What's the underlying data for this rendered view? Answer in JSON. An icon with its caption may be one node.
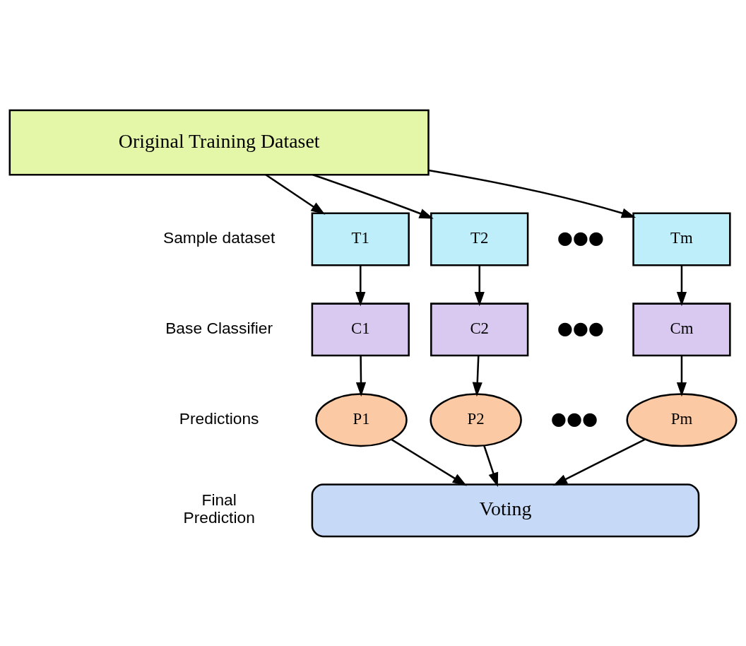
{
  "diagram": {
    "nodes": [
      {
        "text": [
          "Original Training Dataset"
        ]
      },
      {
        "text": [
          "T1"
        ]
      },
      {
        "text": [
          "T2"
        ]
      },
      {
        "text": [
          "Tm"
        ]
      },
      {
        "text": [
          "C1"
        ]
      },
      {
        "text": [
          "C2"
        ]
      },
      {
        "text": [
          "Cm"
        ]
      },
      {
        "text": [
          "P1"
        ]
      },
      {
        "text": [
          "P2"
        ]
      },
      {
        "text": [
          "Pm"
        ]
      },
      {
        "text": [
          "Voting"
        ]
      }
    ],
    "edges": [
      {
        "from": 0,
        "to": 1,
        "arrow": "to"
      },
      {
        "from": 0,
        "to": 2,
        "arrow": "to"
      },
      {
        "from": 0,
        "to": 3,
        "arrow": "to"
      },
      {
        "from": 1,
        "to": 4,
        "arrow": "to"
      },
      {
        "from": 2,
        "to": 5,
        "arrow": "to"
      },
      {
        "from": 3,
        "to": 6,
        "arrow": "to"
      },
      {
        "from": 4,
        "to": 7,
        "arrow": "to"
      },
      {
        "from": 5,
        "to": 8,
        "arrow": "to"
      },
      {
        "from": 6,
        "to": 9,
        "arrow": "to"
      },
      {
        "from": 7,
        "to": 10,
        "arrow": "to"
      },
      {
        "from": 8,
        "to": 10,
        "arrow": "to"
      },
      {
        "from": 9,
        "to": 10,
        "arrow": "to"
      }
    ],
    "labels": [
      "Sample dataset",
      "●●●",
      "Base Classifier",
      "●●●",
      "Predictions",
      "●●●",
      "Final Prediction"
    ]
  }
}
